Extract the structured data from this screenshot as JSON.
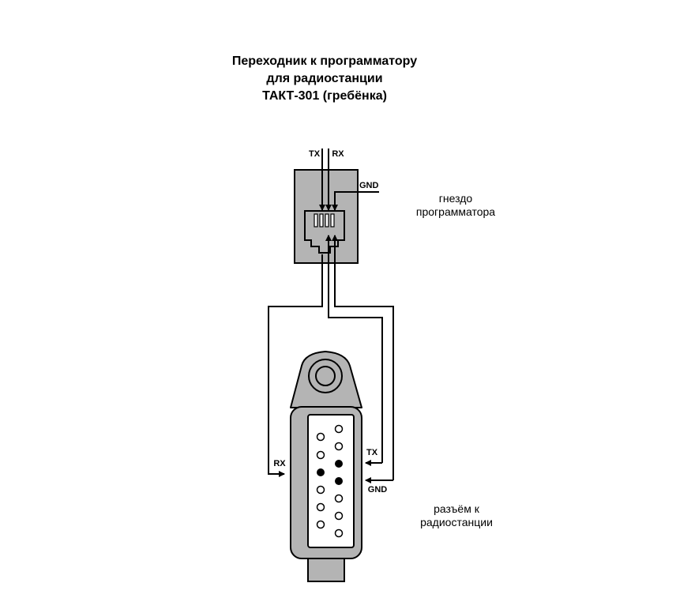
{
  "title": {
    "line1": "Переходник к программатору",
    "line2": "для радиостанции",
    "line3": "ТАКТ-301 (гребёнка)"
  },
  "socket": {
    "tx_label": "TX",
    "rx_label": "RX",
    "gnd_label": "GND",
    "caption_line1": "гнездо",
    "caption_line2": "программатора"
  },
  "connector": {
    "rx_label": "RX",
    "tx_label": "TX",
    "gnd_label": "GND",
    "caption_line1": "разъём к",
    "caption_line2": "радиостанции"
  }
}
